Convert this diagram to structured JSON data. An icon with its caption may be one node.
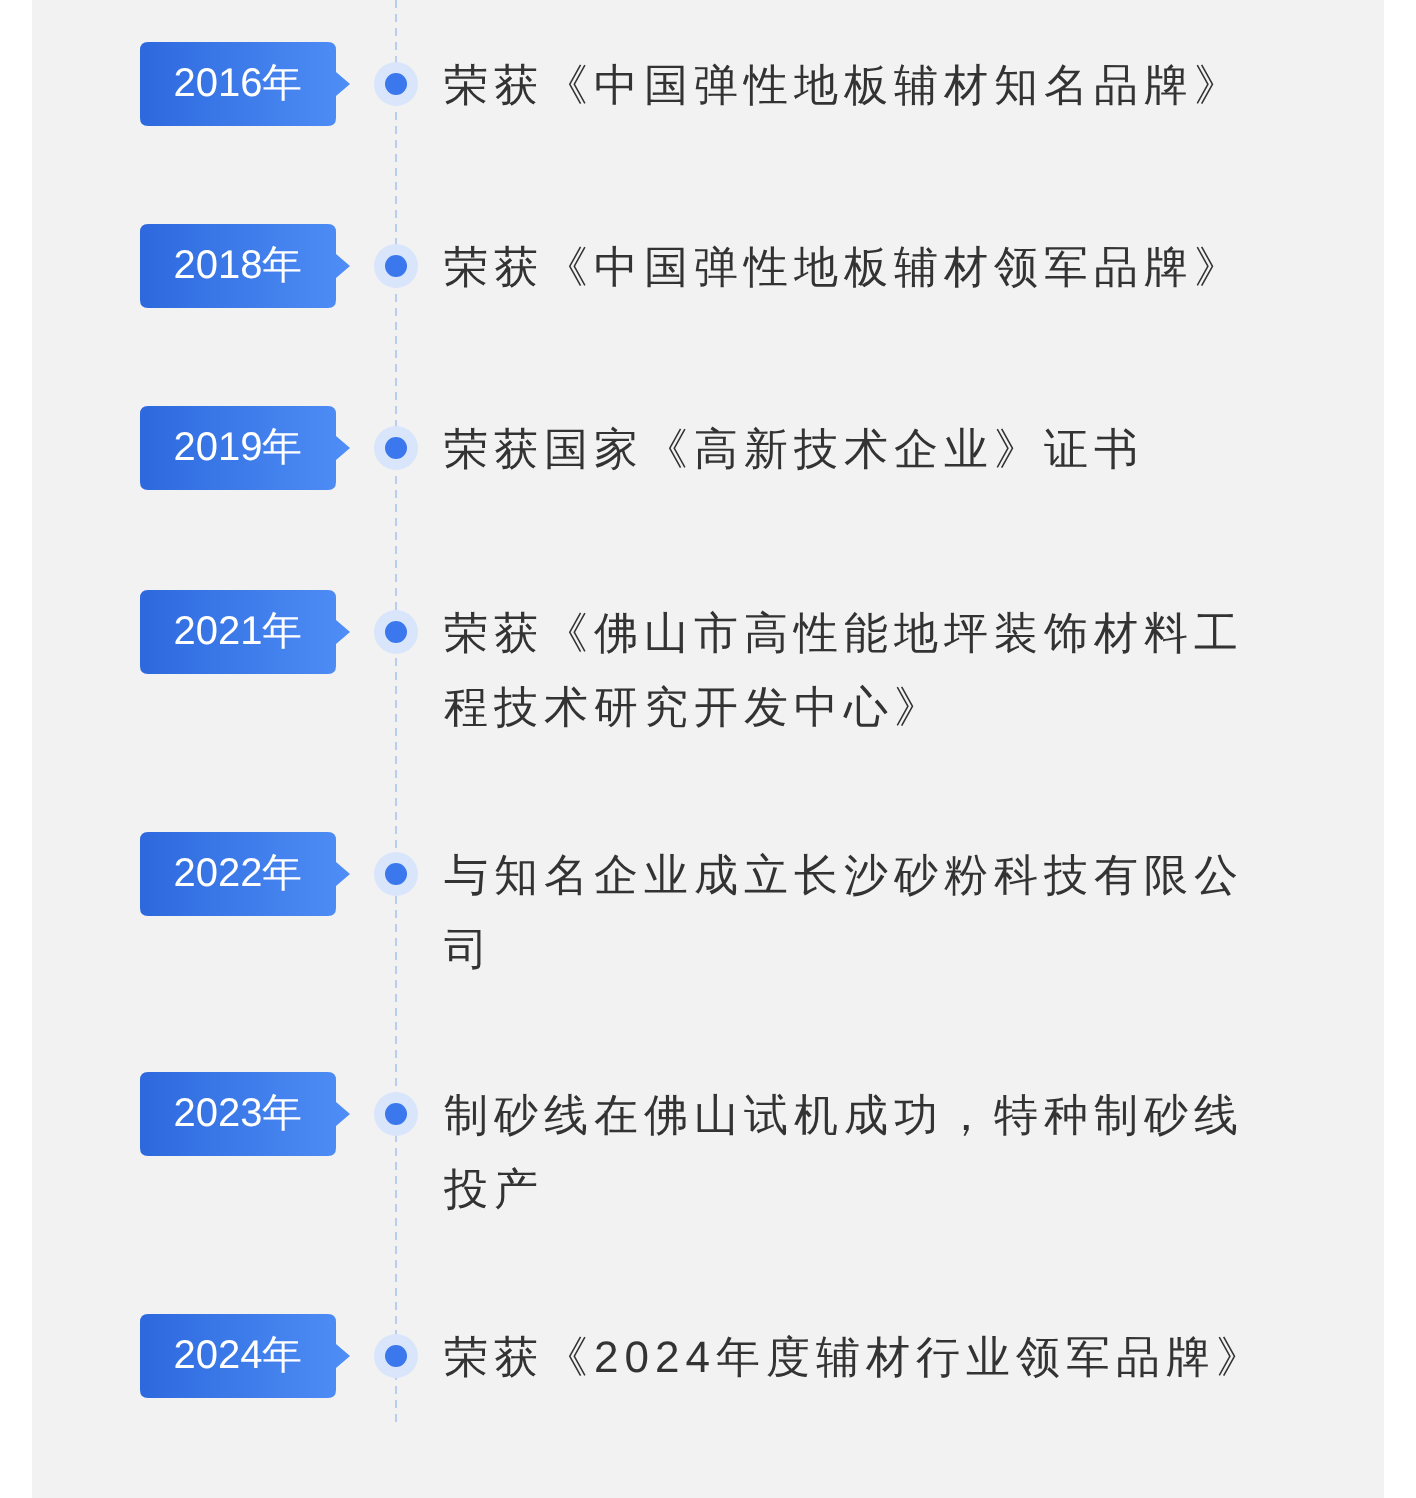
{
  "diagram": {
    "nodes": [
      {
        "text": [
          "2016年"
        ],
        "beside": [
          "荣获《中国弹性地板辅材知名品牌》"
        ]
      },
      {
        "text": [
          "2018年"
        ],
        "beside": [
          "荣获《中国弹性地板辅材领军品牌》"
        ]
      },
      {
        "text": [
          "2019年"
        ],
        "beside": [
          "荣获国家《高新技术企业》证书"
        ]
      },
      {
        "text": [
          "2021年"
        ],
        "beside": [
          "荣获《佛山市高性能地坪装饰材料工程技术研究开发中心》"
        ]
      },
      {
        "text": [
          "2022年"
        ],
        "beside": [
          "与知名企业成立长沙砂粉科技有限公司"
        ]
      },
      {
        "text": [
          "2023年"
        ],
        "beside": [
          "制砂线在佛山试机成功，特种制砂线投产"
        ]
      },
      {
        "text": [
          "2024年"
        ],
        "beside": [
          "荣获《2024年度辅材行业领军品牌》"
        ]
      }
    ]
  }
}
